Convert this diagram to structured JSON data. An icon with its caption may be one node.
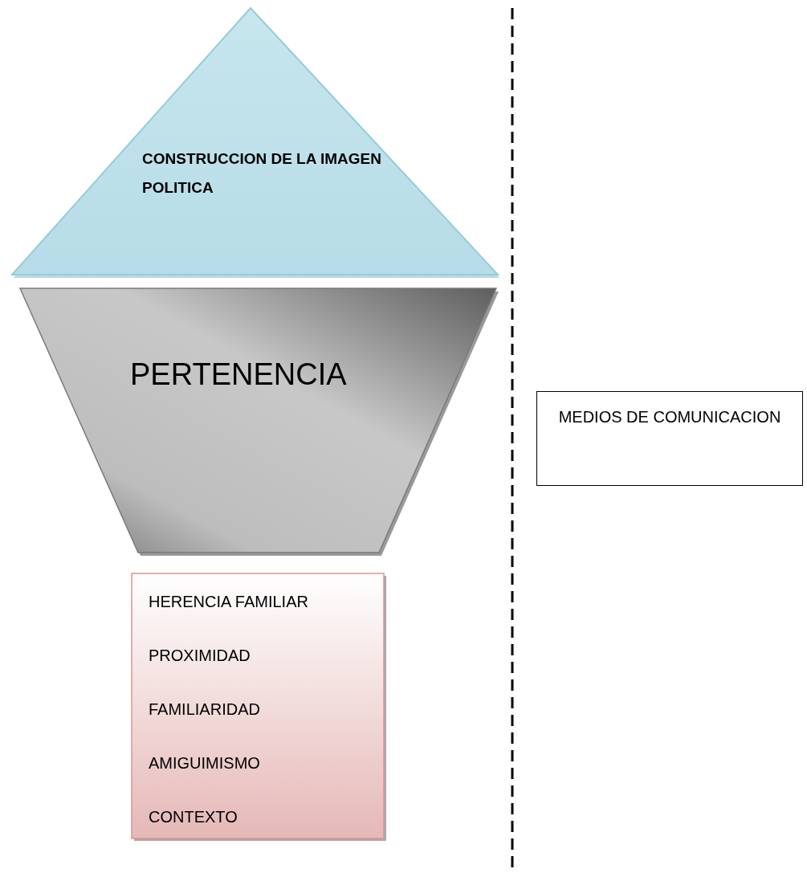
{
  "diagram": {
    "nodes": [
      {
        "text": [
          "CONSTRUCCION DE LA IMAGEN POLITICA"
        ]
      },
      {
        "text": [
          "PERTENENCIA"
        ]
      },
      {
        "text": [
          "HERENCIA FAMILIAR",
          "PROXIMIDAD",
          "FAMILIARIDAD",
          "AMIGUIMISMO",
          "CONTEXTO"
        ]
      },
      {
        "text": [
          "MEDIOS DE COMUNICACION"
        ]
      }
    ]
  }
}
